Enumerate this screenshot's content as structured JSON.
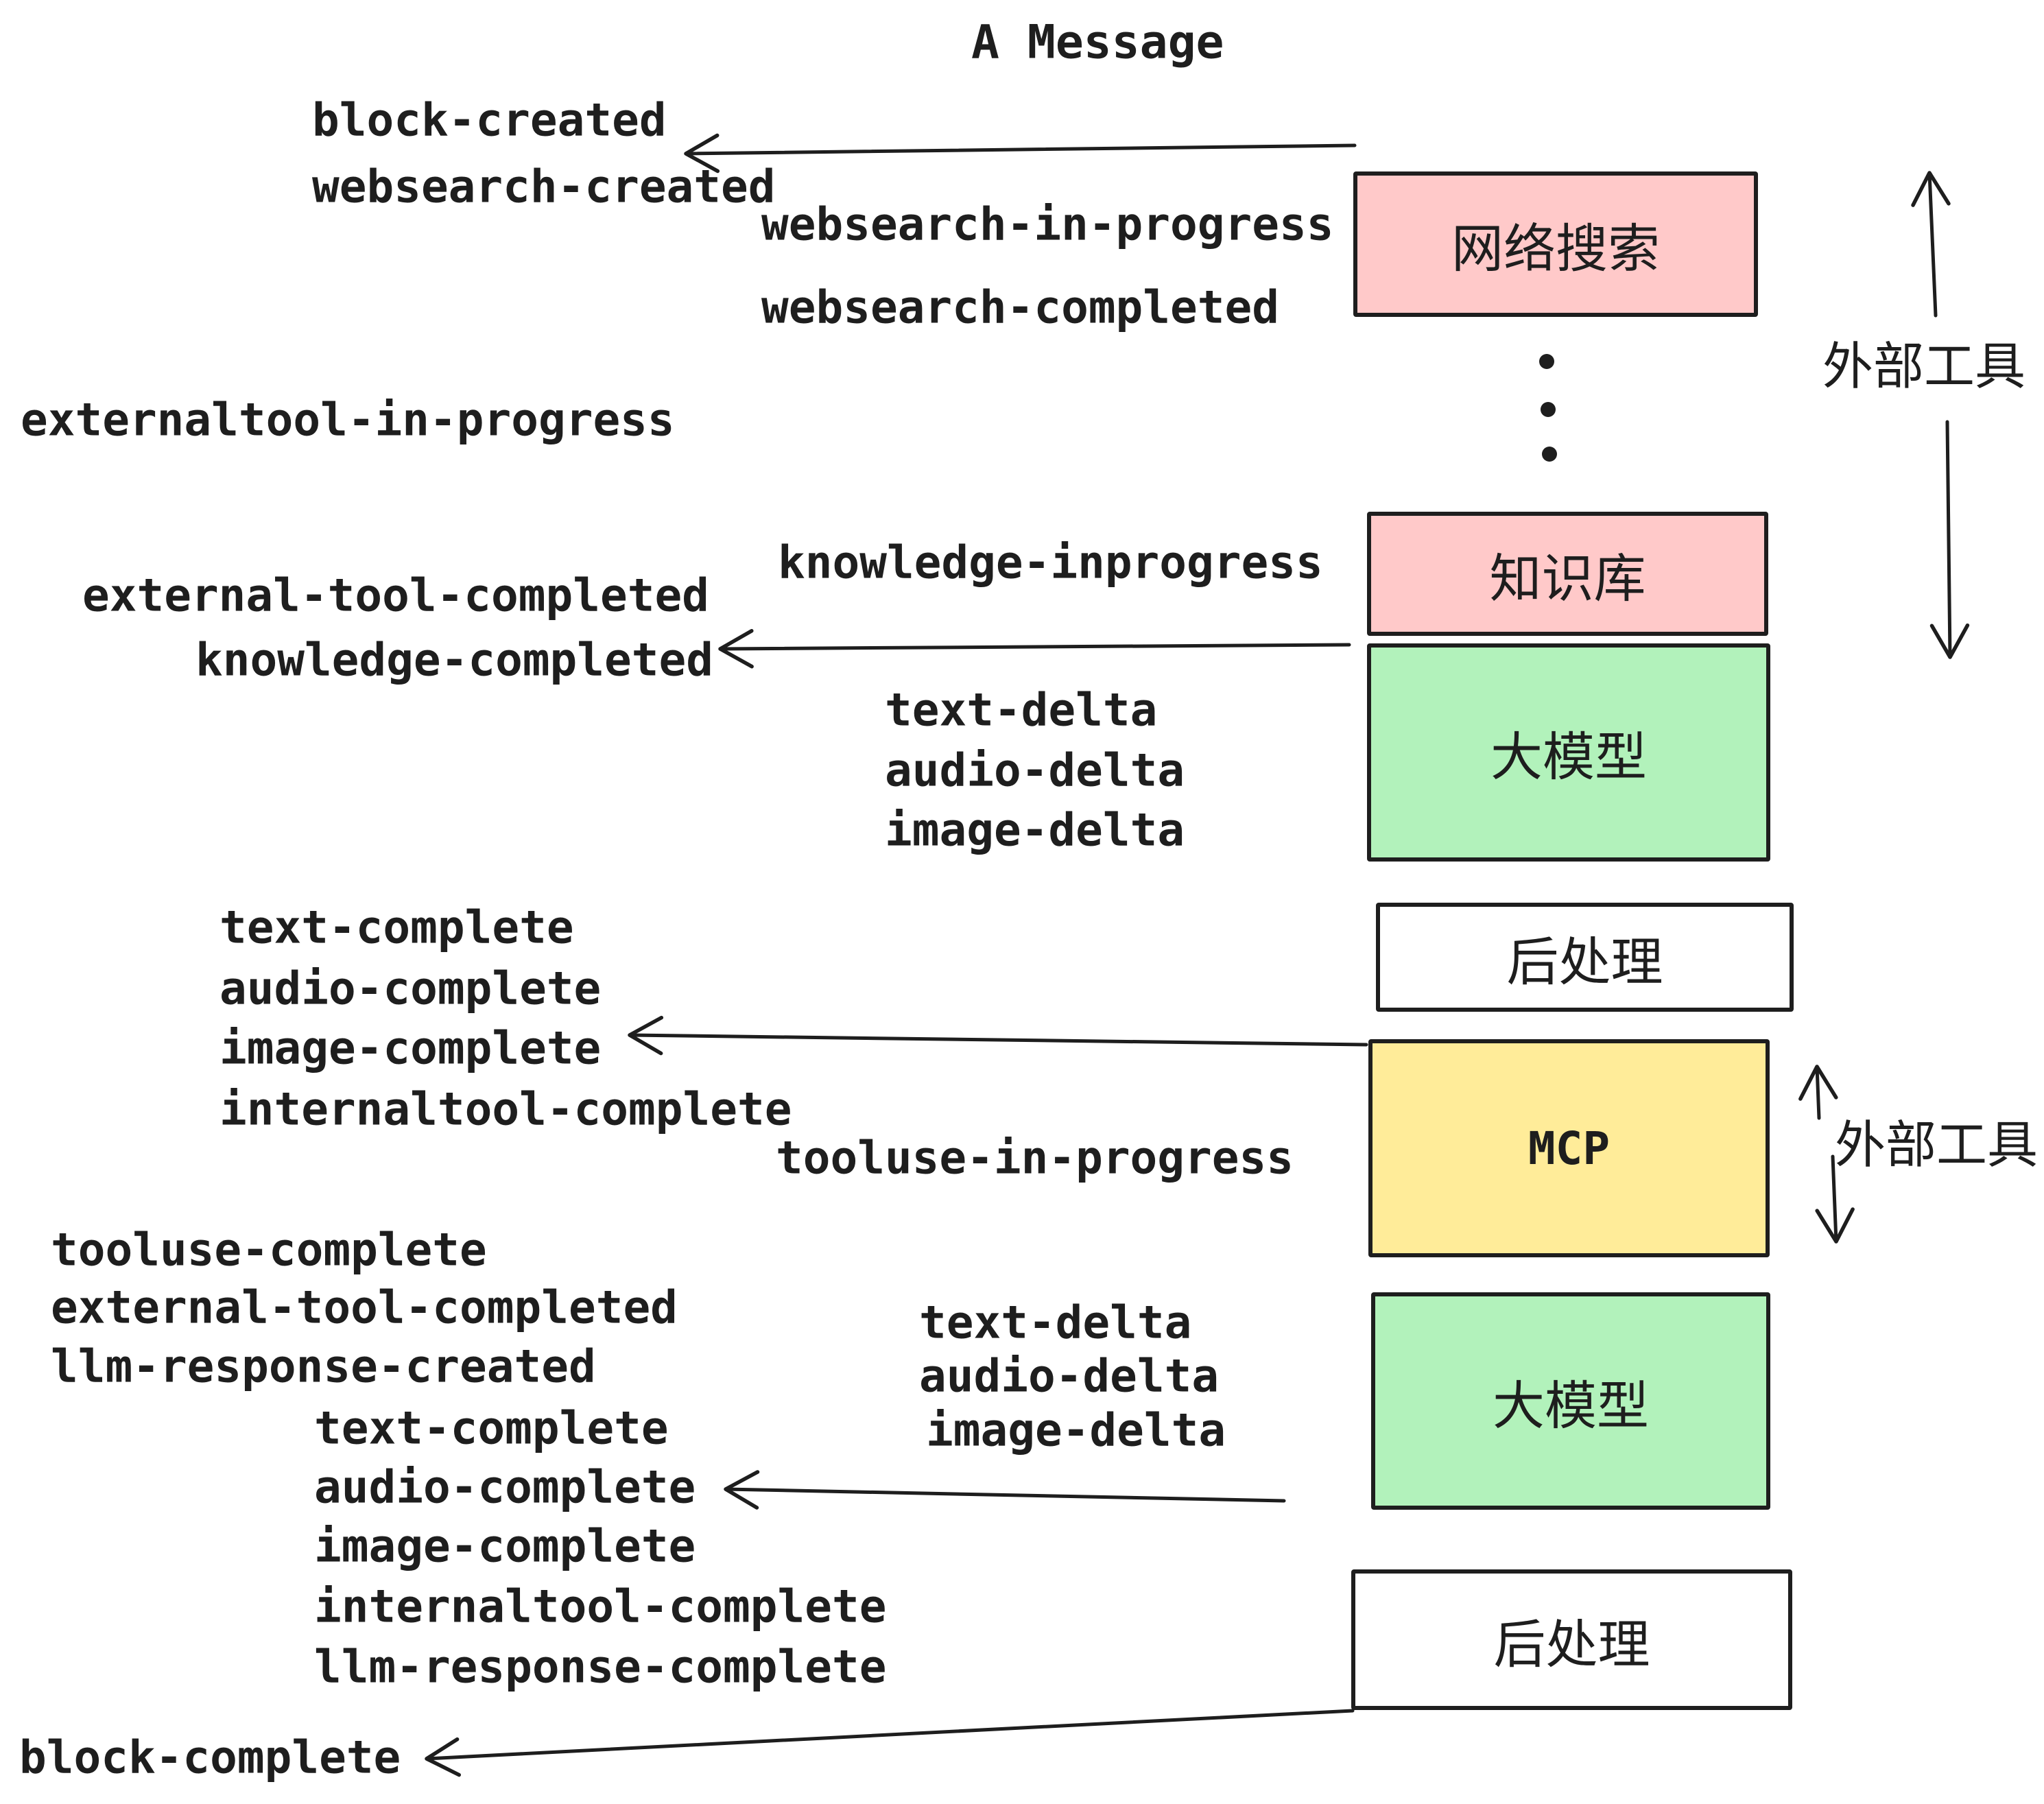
{
  "title": "A Message",
  "events": {
    "block_created": "block-created",
    "websearch_created": "websearch-created",
    "websearch_in_progress": "websearch-in-progress",
    "websearch_completed": "websearch-completed",
    "externaltool_in_progress": "externaltool-in-progress",
    "knowledge_inprogress": "knowledge-inprogress",
    "external_tool_completed_1": "external-tool-completed",
    "knowledge_completed": "knowledge-completed",
    "text_delta_1": "text-delta",
    "audio_delta_1": "audio-delta",
    "image_delta_1": "image-delta",
    "text_complete_1": "text-complete",
    "audio_complete_1": "audio-complete",
    "image_complete_1": "image-complete",
    "internaltool_complete_1": "internaltool-complete",
    "tooluse_in_progress": "tooluse-in-progress",
    "tooluse_complete": "tooluse-complete",
    "external_tool_completed_2": "external-tool-completed",
    "llm_response_created": "llm-response-created",
    "text_delta_2": "text-delta",
    "audio_delta_2": "audio-delta",
    "image_delta_2": "image-delta",
    "text_complete_2": "text-complete",
    "audio_complete_2": "audio-complete",
    "image_complete_2": "image-complete",
    "internaltool_complete_2": "internaltool-complete",
    "llm_response_complete": "llm-response-complete",
    "block_complete": "block-complete"
  },
  "boxes": [
    {
      "label": "网络搜索",
      "color": "#ffc9c9"
    },
    {
      "label": "知识库",
      "color": "#ffc9c9"
    },
    {
      "label": "大模型",
      "color": "#b2f2bb"
    },
    {
      "label": "后处理",
      "color": "#ffffff"
    },
    {
      "label": "MCP",
      "color": "#ffec99"
    },
    {
      "label": "大模型",
      "color": "#b2f2bb"
    },
    {
      "label": "后处理",
      "color": "#ffffff"
    }
  ],
  "annotations": {
    "external_tools_top": "外部工具",
    "external_tools_bottom": "外部工具"
  },
  "colors": {
    "ink": "#1e1e1e",
    "pink": "#ffc9c9",
    "green": "#b2f2bb",
    "yellow": "#ffec99"
  }
}
